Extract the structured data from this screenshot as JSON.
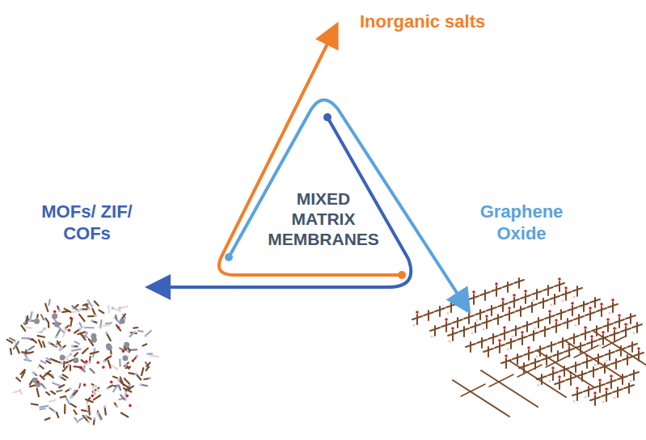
{
  "diagram": {
    "nodes": [
      {
        "text": [
          "MIXED MATRIX MEMBRANES"
        ]
      },
      {
        "text": [
          "Inorganic salts"
        ]
      },
      {
        "text": [
          "MOFs/ ZIF/ COFs"
        ]
      },
      {
        "text": [
          "Graphene Oxide"
        ]
      }
    ],
    "edges": [
      {
        "from": 0,
        "to": 1,
        "arrow": "to"
      },
      {
        "from": 0,
        "to": 2,
        "arrow": "to"
      },
      {
        "from": 0,
        "to": 3,
        "arrow": "to"
      }
    ]
  }
}
